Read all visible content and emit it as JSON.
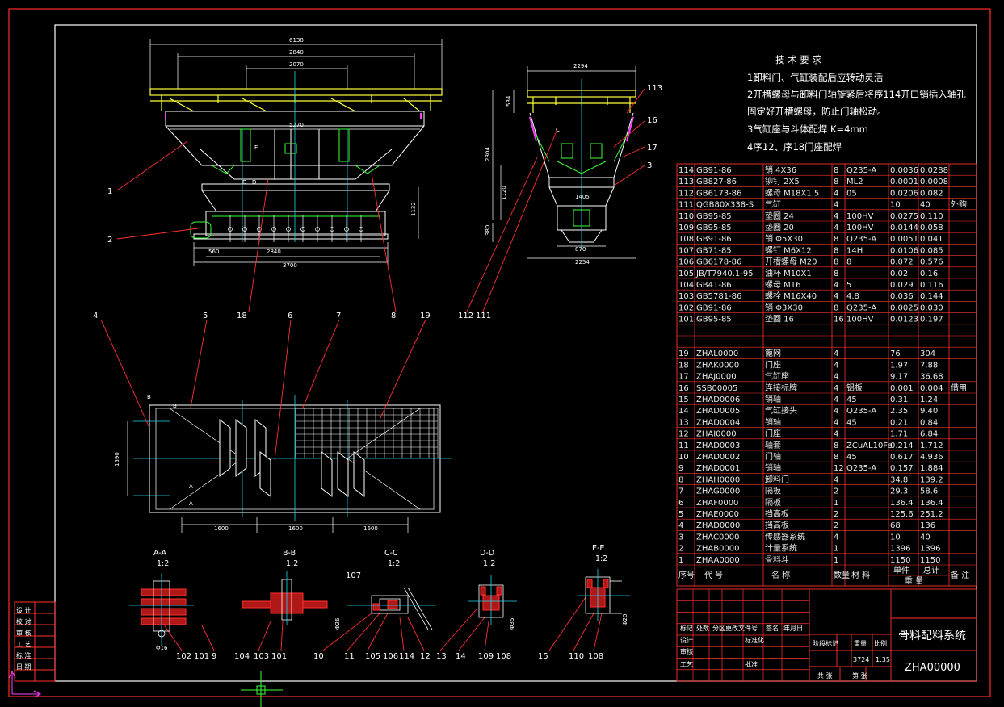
{
  "technical_requirements": {
    "title": "技 术 要 求",
    "lines": [
      "1卸料门、气缸装配后应转动灵活",
      "2开槽螺母与卸料门轴旋紧后将序114开口销插入轴孔",
      "  固定好开槽螺母，防止门轴松动。",
      "3气缸座与斗体配焊 K=4mm",
      "4序12、序18门座配焊"
    ]
  },
  "parts_top": [
    [
      "114",
      "GB91-86",
      "销 4X36",
      "8",
      "Q235-A",
      "0.0036",
      "0.0288",
      ""
    ],
    [
      "113",
      "GB827-86",
      "铆钉 2X5",
      "8",
      "ML2",
      "0.0001",
      "0.0008",
      ""
    ],
    [
      "112",
      "GB6173-86",
      "螺母 M18X1.5",
      "4",
      "05",
      "0.0206",
      "0.082",
      ""
    ],
    [
      "111",
      "QGB80X338-S",
      "气缸",
      "4",
      "",
      "10",
      "40",
      "外购"
    ],
    [
      "110",
      "GB95-85",
      "垫圈 24",
      "4",
      "100HV",
      "0.0275",
      "0.110",
      ""
    ],
    [
      "109",
      "GB95-85",
      "垫圈 20",
      "4",
      "100HV",
      "0.0144",
      "0.058",
      ""
    ],
    [
      "108",
      "GB91-86",
      "销 Φ5X30",
      "8",
      "Q235-A",
      "0.0051",
      "0.041",
      ""
    ],
    [
      "107",
      "GB71-85",
      "螺钉 M6X12",
      "8",
      "14H",
      "0.0106",
      "0.085",
      ""
    ],
    [
      "106",
      "GB6178-86",
      "开槽螺母 M20",
      "8",
      "8",
      "0.072",
      "0.576",
      ""
    ],
    [
      "105",
      "JB/T7940.1-95",
      "油杯 M10X1",
      "8",
      "",
      "0.02",
      "0.16",
      ""
    ],
    [
      "104",
      "GB41-86",
      "螺母 M16",
      "4",
      "5",
      "0.029",
      "0.116",
      ""
    ],
    [
      "103",
      "GB5781-86",
      "螺栓 M16X40",
      "4",
      "4.8",
      "0.036",
      "0.144",
      ""
    ],
    [
      "102",
      "GB91-86",
      "销 Φ3X30",
      "8",
      "Q235-A",
      "0.0025",
      "0.030",
      ""
    ],
    [
      "101",
      "GB95-85",
      "垫圈 16",
      "16",
      "100HV",
      "0.0123",
      "0.197",
      ""
    ]
  ],
  "parts_bottom": [
    [
      "19",
      "ZHAL0000",
      "篦网",
      "4",
      "",
      "76",
      "304",
      ""
    ],
    [
      "18",
      "ZHAK0000",
      "门座",
      "4",
      "",
      "1.97",
      "7.88",
      ""
    ],
    [
      "17",
      "ZHAJ0000",
      "气缸座",
      "4",
      "",
      "9.17",
      "36.68",
      ""
    ],
    [
      "16",
      "SSB00005",
      "连接标牌",
      "4",
      "铝板",
      "0.001",
      "0.004",
      "借用"
    ],
    [
      "15",
      "ZHAD0006",
      "销轴",
      "4",
      "45",
      "0.31",
      "1.24",
      ""
    ],
    [
      "14",
      "ZHAD0005",
      "气缸接头",
      "4",
      "Q235-A",
      "2.35",
      "9.40",
      ""
    ],
    [
      "13",
      "ZHAD0004",
      "销轴",
      "4",
      "45",
      "0.21",
      "0.84",
      ""
    ],
    [
      "12",
      "ZHAI0000",
      "门座",
      "4",
      "",
      "1.71",
      "6.84",
      ""
    ],
    [
      "11",
      "ZHAD0003",
      "轴套",
      "8",
      "ZCuAL10Fe",
      "0.214",
      "1.712",
      ""
    ],
    [
      "10",
      "ZHAD0002",
      "门轴",
      "8",
      "45",
      "0.617",
      "4.936",
      ""
    ],
    [
      "9",
      "ZHAD0001",
      "销轴",
      "12",
      "Q235-A",
      "0.157",
      "1.884",
      ""
    ],
    [
      "8",
      "ZHAH0000",
      "卸料门",
      "4",
      "",
      "34.8",
      "139.2",
      ""
    ],
    [
      "7",
      "ZHAG0000",
      "隔板",
      "2",
      "",
      "29.3",
      "58.6",
      ""
    ],
    [
      "6",
      "ZHAF0000",
      "隔板",
      "1",
      "",
      "136.4",
      "136.4",
      ""
    ],
    [
      "5",
      "ZHAE0000",
      "挡高板",
      "2",
      "",
      "125.6",
      "251.2",
      ""
    ],
    [
      "4",
      "ZHAD0000",
      "挡高板",
      "2",
      "",
      "68",
      "136",
      ""
    ],
    [
      "3",
      "ZHAC0000",
      "传感器系统",
      "4",
      "",
      "10",
      "40",
      ""
    ],
    [
      "2",
      "ZHAB0000",
      "计量系统",
      "1",
      "",
      "1396",
      "1396",
      ""
    ],
    [
      "1",
      "ZHAA0000",
      "骨料斗",
      "1",
      "",
      "1150",
      "1150",
      ""
    ]
  ],
  "table_header": {
    "no": "序号",
    "code": "代    号",
    "name": "名    称",
    "qty": "数量",
    "mat": "材    料",
    "unit_w": "单件",
    "tot_w": "总计",
    "weight": "重  量",
    "remark": "备 注"
  },
  "title_block": {
    "drawing_title": "骨料配料系统",
    "drawing_no": "ZHA00000",
    "weight": "3724",
    "scale": "1:35",
    "stage": "阶段标记",
    "weight_label": "重量",
    "scale_label": "比例",
    "sheets_total": "共    张",
    "sheet_no": "第    张",
    "mark": "标记",
    "count": "处数",
    "zone": "分区",
    "change_doc": "更改文件号",
    "sign": "签名",
    "date": "年月日",
    "designer": "设计",
    "std": "标准化",
    "checker": "审核",
    "process": "工艺",
    "approve": "批准"
  },
  "left_strip": [
    "设 计",
    "校 对",
    "审 核",
    "工 艺",
    "标 准",
    "日 期"
  ],
  "sections": [
    {
      "title": "A-A",
      "scale": "1:2"
    },
    {
      "title": "B-B",
      "scale": "1:2"
    },
    {
      "title": "C-C",
      "scale": "1:2"
    },
    {
      "title": "D-D",
      "scale": "1:2"
    },
    {
      "title": "E-E",
      "scale": "1:2"
    }
  ],
  "dims_front": {
    "overall": "6138",
    "d2": "2840",
    "d3": "2070",
    "d4": "5270",
    "h1": "1132",
    "b1": "560",
    "b2": "2840",
    "b3": "3700"
  },
  "dims_side": {
    "w": "2294",
    "h1": "584",
    "h2": "2804",
    "h3": "1120",
    "h4": "380",
    "b1": "1405",
    "b2": "870",
    "b3": "2254"
  },
  "dims_plan": {
    "h": "1590",
    "w1": "1600",
    "w2": "1600",
    "w3": "1600"
  },
  "balloons_front": [
    "1",
    "2"
  ],
  "balloons_side": [
    "113",
    "16",
    "17",
    "3"
  ],
  "balloons_plan_top": [
    "4",
    "5",
    "18",
    "6",
    "7",
    "8",
    "19",
    "112",
    "111"
  ],
  "balloons_bottom": [
    "102",
    "101",
    "9",
    "104",
    "103",
    "101",
    "10",
    "11",
    "105",
    "106",
    "114",
    "12",
    "13",
    "14",
    "109",
    "108",
    "15",
    "110",
    "108",
    "107"
  ],
  "section_dims": [
    "Φ16",
    "Φ26",
    "Φ35",
    "Φ20"
  ],
  "view_letters": [
    "E",
    "D",
    "D",
    "C",
    "B",
    "B",
    "A",
    "A"
  ],
  "colors": {
    "bg": "#000000",
    "frame": "#ff2a2a",
    "table": "#ff3030",
    "text": "#ffffff",
    "green": "#37ff37",
    "yellow": "#ffff37",
    "cyan": "#20d6f0",
    "magenta": "#ff40ff"
  }
}
